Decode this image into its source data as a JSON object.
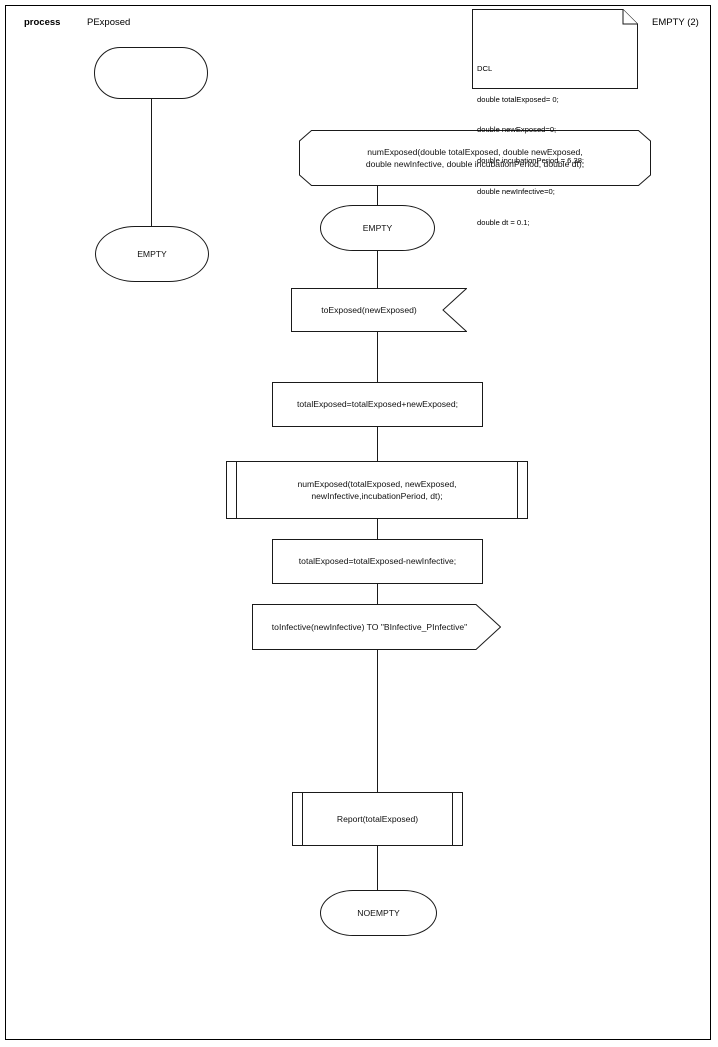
{
  "diagram": {
    "kind": "sdl-process-diagram",
    "header": {
      "keyword": "process",
      "name": "PExposed",
      "page_label": "EMPTY (2)"
    },
    "declaration": {
      "title": "DCL",
      "lines": [
        "double totalExposed= 0;",
        "double newExposed=0;",
        "double incubationPeriod = 6.38;",
        "double newInfective=0;",
        "double dt = 0.1;"
      ]
    },
    "left_branch": {
      "start_label": "",
      "state_label": "EMPTY"
    },
    "main_branch": {
      "procedure_header": "numExposed(double totalExposed, double newExposed,\ndouble newInfective, double incubationPeriod, double dt);",
      "state_empty": "EMPTY",
      "input_signal": "toExposed(newExposed)",
      "task_add": "totalExposed=totalExposed+newExposed;",
      "procedure_call": "numExposed(totalExposed, newExposed,\nnewInfective,incubationPeriod, dt);",
      "task_sub": "totalExposed=totalExposed-newInfective;",
      "output_signal": "toInfective(newInfective) TO \"BInfective_PInfective\"",
      "procedure_report": "Report(totalExposed)",
      "state_noempty": "NOEMPTY"
    },
    "colors": {
      "stroke": "#1a1a1a",
      "background": "#ffffff",
      "text": "#111111"
    }
  }
}
